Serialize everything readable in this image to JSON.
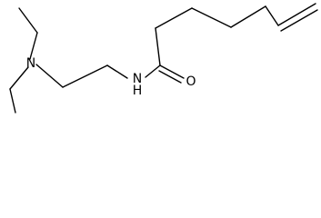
{
  "atoms": {
    "amine_nitrogen": "N",
    "amide_nitrogen": "N",
    "amide_hydrogen": "H",
    "carbonyl_oxygen": "O"
  },
  "colors": {
    "bond": "#000000",
    "label": "#000000",
    "background": "#ffffff"
  }
}
